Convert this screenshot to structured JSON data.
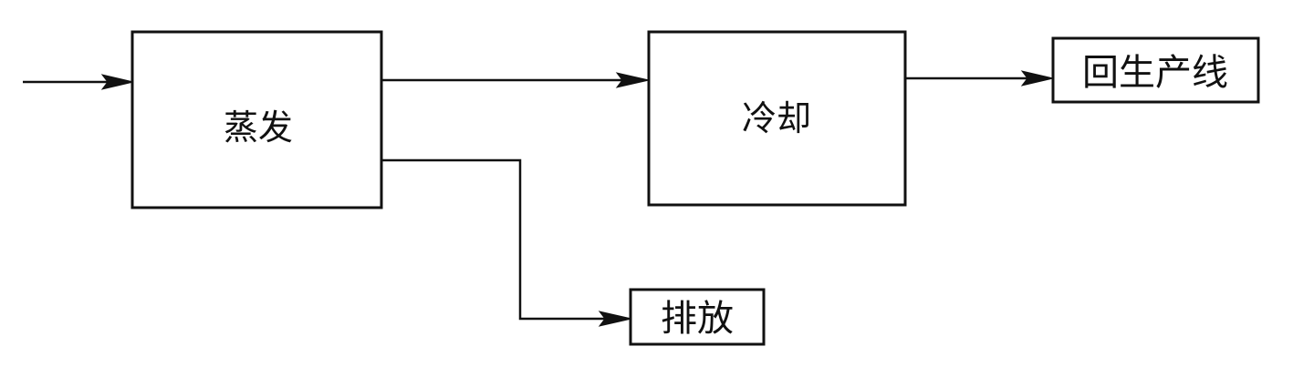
{
  "diagram": {
    "nodes": {
      "evaporation": "蒸发",
      "cooling": "冷却",
      "return_to_line": "回生产线",
      "discharge": "排放"
    },
    "edges": [
      {
        "from": "input",
        "to": "evaporation"
      },
      {
        "from": "evaporation",
        "to": "cooling"
      },
      {
        "from": "cooling",
        "to": "return_to_line"
      },
      {
        "from": "evaporation",
        "to": "discharge"
      }
    ]
  }
}
